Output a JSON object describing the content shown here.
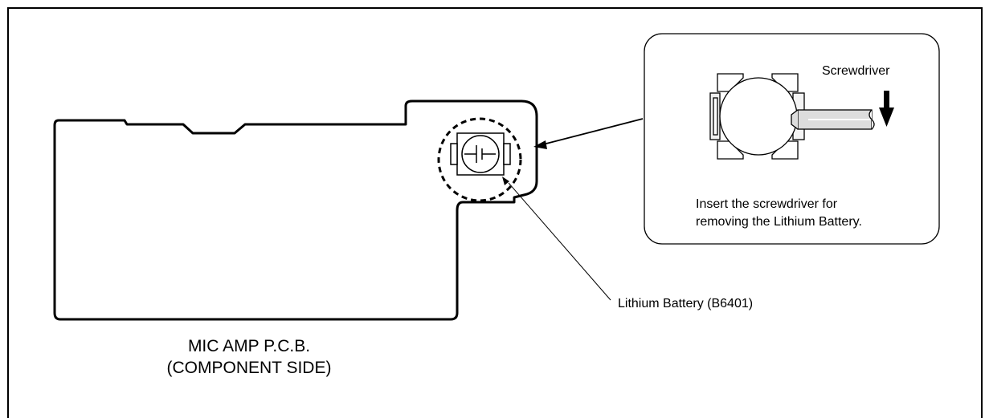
{
  "pcb": {
    "title": "MIC AMP P.C.B.",
    "subtitle": "(COMPONENT SIDE)"
  },
  "battery": {
    "label": "Lithium Battery (B6401)"
  },
  "detail": {
    "tool_label": "Screwdriver",
    "instruction_line1": "Insert the screwdriver for",
    "instruction_line2": "removing the Lithium Battery."
  },
  "icons": {
    "push_direction": "arrow-down-icon",
    "battery_symbol": "battery-cell-icon"
  },
  "colors": {
    "line": "#000000",
    "fill": "#ffffff",
    "shade": "#dddddd"
  }
}
